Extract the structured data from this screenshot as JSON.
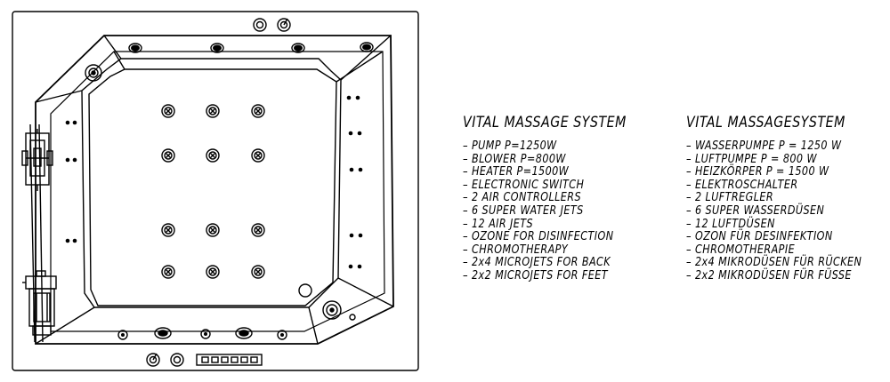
{
  "spec_en": {
    "title": "VITAL MASSAGE SYSTEM",
    "items": [
      "– PUMP P=1250W",
      "– BLOWER P=800W",
      "– HEATER P=1500W",
      "– ELECTRONIC SWITCH",
      "– 2 AIR CONTROLLERS",
      "– 6 SUPER WATER JETS",
      "– 12 AIR JETS",
      "– OZONE FOR DISINFECTION",
      "– CHROMOTHERAPY",
      "– 2x4 MICROJETS FOR BACK",
      "– 2x2 MICROJETS FOR FEET"
    ]
  },
  "spec_de": {
    "title": "VITAL MASSAGESYSTEM",
    "items": [
      "– WASSERPUMPE P = 1250 W",
      "– LUFTPUMPE P = 800 W",
      "– HEIZKÖRPER P = 1500 W",
      "– ELEKTROSCHALTER",
      "– 2 LUFTREGLER",
      "– 6 SUPER WASSERDÜSEN",
      "– 12 LUFTDÜSEN",
      "– OZON FÜR DESINFEKTION",
      "– CHROMOTHERAPIE",
      "– 2x4 MIKRODÜSEN FÜR RÜCKEN",
      "– 2x2 MIKRODÜSEN FÜR FÜSSE"
    ]
  }
}
